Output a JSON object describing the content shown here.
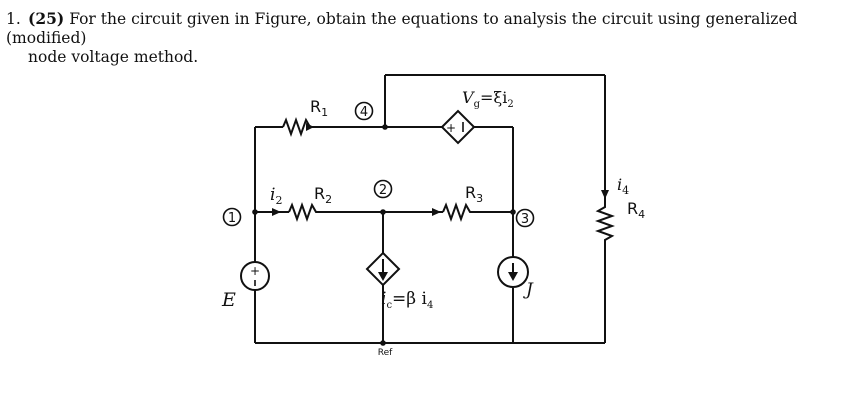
{
  "problem": {
    "number": "1.",
    "points": "(25)",
    "text_line1": "For the circuit given in Figure, obtain the equations to analysis the circuit using generalized (modified)",
    "text_line2": "node voltage method."
  },
  "circuit": {
    "nodes": {
      "n1": "1",
      "n2": "2",
      "n3": "3",
      "n4": "4"
    },
    "resistors": {
      "r1": "R",
      "r1_sub": "1",
      "r2": "R",
      "r2_sub": "2",
      "r3": "R",
      "r3_sub": "3",
      "r4": "R",
      "r4_sub": "4"
    },
    "sources": {
      "e_label": "E",
      "j_label": "J",
      "vg_label": "V",
      "vg_sub": "g",
      "vg_expr": "=ξi",
      "vg_expr_sub": "2",
      "ic_label": "i",
      "ic_sub": "c",
      "ic_expr": "=β i",
      "ic_expr_sub": "4"
    },
    "currents": {
      "i2": "i",
      "i2_sub": "2",
      "i4": "i",
      "i4_sub": "4"
    },
    "ref_label": "Ref"
  }
}
